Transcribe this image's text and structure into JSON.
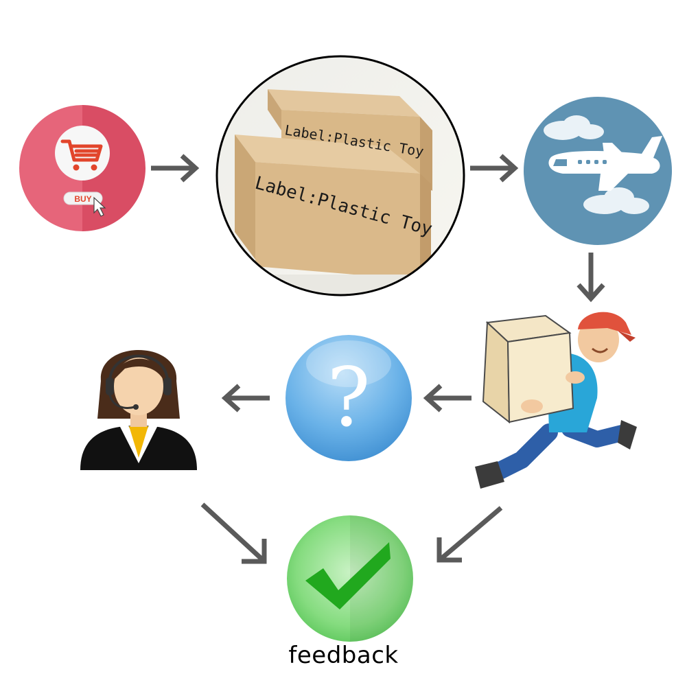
{
  "steps": [
    {
      "id": "buy",
      "icon": "shopping-cart-icon",
      "button_text": "BUY"
    },
    {
      "id": "package",
      "icon": "cardboard-box-icon",
      "box_labels": [
        "Label:Plastic Toy",
        "Label:Plastic Toy"
      ]
    },
    {
      "id": "shipping",
      "icon": "airplane-icon"
    },
    {
      "id": "delivery",
      "icon": "delivery-man-icon"
    },
    {
      "id": "question",
      "icon": "question-mark-icon",
      "symbol": "?"
    },
    {
      "id": "support",
      "icon": "customer-service-agent-icon"
    },
    {
      "id": "feedback",
      "icon": "checkmark-icon",
      "label": "feedback"
    }
  ],
  "colors": {
    "buy_circle": "#e0566d",
    "airplane_circle": "#5f93b3",
    "question_circle": "#5aa6e0",
    "check_circle": "#6ed46e",
    "check_mark": "#21a81e",
    "arrow": "#5a5a5a"
  }
}
